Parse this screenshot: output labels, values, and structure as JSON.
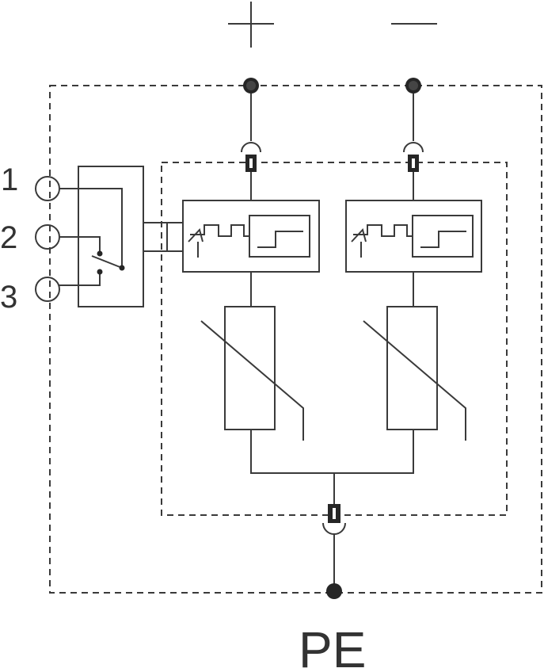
{
  "labels": {
    "terminal_1": "1",
    "terminal_2": "2",
    "terminal_3": "3",
    "protective_earth": "PE"
  },
  "colors": {
    "line": "#3a3a3a",
    "terminal_fill": "#262626",
    "background": "#ffffff"
  },
  "icons": {
    "positive": "plus-icon",
    "negative": "minus-icon"
  }
}
